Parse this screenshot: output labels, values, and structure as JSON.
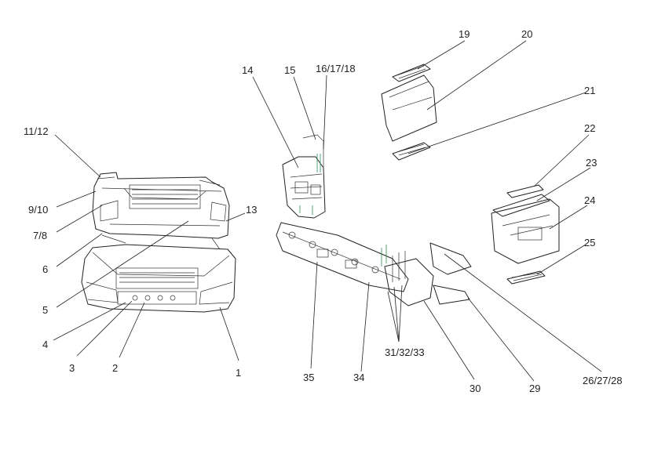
{
  "diagram": {
    "callouts": [
      {
        "id": "c1",
        "label": "1"
      },
      {
        "id": "c2",
        "label": "2"
      },
      {
        "id": "c3",
        "label": "3"
      },
      {
        "id": "c4",
        "label": "4"
      },
      {
        "id": "c5",
        "label": "5"
      },
      {
        "id": "c6",
        "label": "6"
      },
      {
        "id": "c7_8",
        "label": "7/8"
      },
      {
        "id": "c9_10",
        "label": "9/10"
      },
      {
        "id": "c11_12",
        "label": "11/12"
      },
      {
        "id": "c13",
        "label": "13"
      },
      {
        "id": "c14",
        "label": "14"
      },
      {
        "id": "c15",
        "label": "15"
      },
      {
        "id": "c16_17_18",
        "label": "16/17/18"
      },
      {
        "id": "c19",
        "label": "19"
      },
      {
        "id": "c20",
        "label": "20"
      },
      {
        "id": "c21",
        "label": "21"
      },
      {
        "id": "c22",
        "label": "22"
      },
      {
        "id": "c23",
        "label": "23"
      },
      {
        "id": "c24",
        "label": "24"
      },
      {
        "id": "c25",
        "label": "25"
      },
      {
        "id": "c26_27_28",
        "label": "26/27/28"
      },
      {
        "id": "c29",
        "label": "29"
      },
      {
        "id": "c30",
        "label": "30"
      },
      {
        "id": "c31_32_33",
        "label": "31/32/33"
      },
      {
        "id": "c34",
        "label": "34"
      },
      {
        "id": "c35",
        "label": "35"
      }
    ]
  }
}
